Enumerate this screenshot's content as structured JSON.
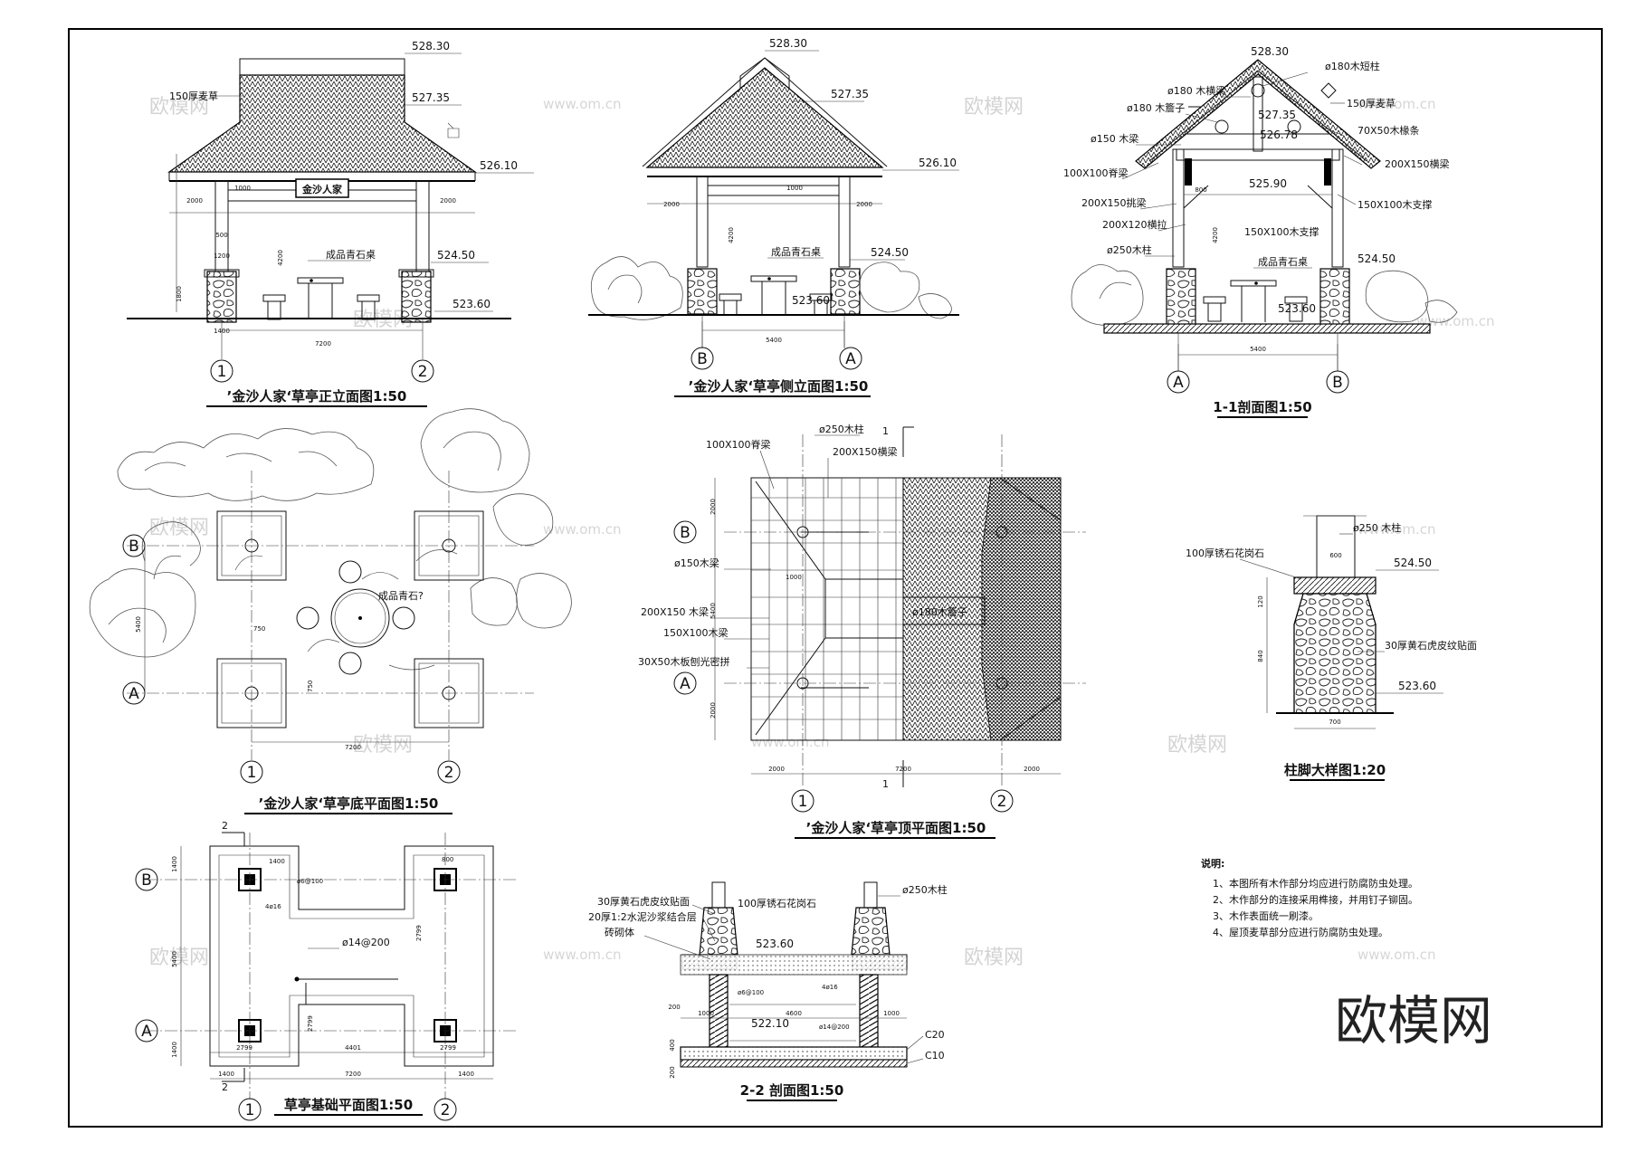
{
  "views": {
    "front": {
      "title": "’金沙人家‘草亭正立面图1:50",
      "sign": "金沙人家",
      "labels": {
        "thatch": "150厚麦草",
        "table": "成品青石桌"
      },
      "elevations": [
        "528.30",
        "527.35",
        "526.10",
        "524.50",
        "523.60"
      ],
      "dims": {
        "overhang": "2000",
        "center": "1000",
        "span": "7200",
        "base": "1400",
        "h1": "500",
        "h2": "1200",
        "h3": "4200",
        "h4": "1800"
      },
      "axes": [
        "1",
        "2"
      ]
    },
    "side": {
      "title": "’金沙人家‘草亭侧立面图1:50",
      "labels": {
        "table": "成品青石桌"
      },
      "elevations": [
        "528.30",
        "527.35",
        "526.10",
        "524.50",
        "523.60"
      ],
      "dims": {
        "overhang": "2000",
        "center": "1000",
        "span": "5400",
        "h": "4200"
      },
      "axes": [
        "B",
        "A"
      ]
    },
    "section11": {
      "title": "1-1剖面图1:50",
      "labels": {
        "short_post": "ø180木短柱",
        "ridge_beam": "ø180 木横梁",
        "purlin": "ø180 木簷子",
        "beam150": "ø150 木梁",
        "ridge": "100X100脊梁",
        "cant": "200X150挑梁",
        "tie": "200X120横拉",
        "column": "ø250木柱",
        "thatch": "150厚麦草",
        "rafter": "70X50木椽条",
        "crossbeam": "200X150横梁",
        "brace": "150X100木支撑",
        "brace2": "150X100木支撑",
        "table": "成品青石桌"
      },
      "elevations": [
        "528.30",
        "527.35",
        "526.78",
        "525.90",
        "524.50",
        "523.60"
      ],
      "dims": {
        "span": "5400",
        "h": "4200",
        "w": "800"
      },
      "axes": [
        "A",
        "B"
      ]
    },
    "plan": {
      "title": "’金沙人家‘草亭底平面图1:50",
      "label": "成品青石?",
      "dims": {
        "span": "7200",
        "depth": "5400",
        "a": "750",
        "b": "750"
      },
      "axes_h": [
        "1",
        "2"
      ],
      "axes_v": [
        "B",
        "A"
      ]
    },
    "roof": {
      "title": "’金沙人家‘草亭顶平面图1:50",
      "labels": {
        "column": "ø250木柱",
        "ridge": "100X100脊梁",
        "crossbeam": "200X150横梁",
        "beam150": "ø150木梁",
        "beam200": "200X150 木梁",
        "beam150x100": "150X100木梁",
        "board": "30X50木板刨光密拼",
        "purlin": "ø180木簷子"
      },
      "dims": {
        "d1": "2000",
        "d2": "5400",
        "d3": "2000",
        "w1": "2000",
        "w2": "7200",
        "w3": "2000",
        "c": "1000"
      },
      "section_mark": "1",
      "axes_h": [
        "1",
        "2"
      ],
      "axes_v": [
        "B",
        "A"
      ]
    },
    "column": {
      "title": "柱脚大样图1:20",
      "labels": {
        "column": "ø250 木柱",
        "cap": "100厚锈石花岗石",
        "facing": "30厚黄石虎皮纹贴面"
      },
      "elevations": [
        "524.50",
        "523.60"
      ],
      "dims": {
        "w": "700",
        "top": "600",
        "h1": "120",
        "h2": "840"
      }
    },
    "foundation": {
      "title": "草亭基础平面图1:50",
      "labels": {
        "rebar1": "ø6@100",
        "rebar2": "4ø16",
        "rebar3": "ø14@200"
      },
      "dims": {
        "a": "1400",
        "b": "800",
        "span": "7200",
        "mid": "4401",
        "c": "2799",
        "d": "2799",
        "depth": "5400",
        "e": "1400"
      },
      "section_mark": "2",
      "axes_h": [
        "1",
        "2"
      ],
      "axes_v": [
        "B",
        "A"
      ]
    },
    "section22": {
      "title": "2-2 剖面图1:50",
      "labels": {
        "facing": "30厚黄石虎皮纹贴面",
        "mortar": "20厚1:2水泥沙浆结合层",
        "brick": "砖砌体",
        "cap": "100厚锈石花岗石",
        "column": "ø250木柱",
        "rebar1": "ø6@100",
        "rebar2": "4ø16",
        "rebar3": "ø14@200",
        "c20": "C20",
        "c10": "C10"
      },
      "elevations": [
        "523.60",
        "522.10"
      ],
      "dims": {
        "a": "1000",
        "b": "4600",
        "c": "1000",
        "d": "200",
        "e": "400",
        "f": "200"
      }
    }
  },
  "notes": {
    "heading": "说明:",
    "items": [
      "1、本图所有木作部分均应进行防腐防虫处理。",
      "2、木作部分的连接采用榫接，并用钉子铆固。",
      "3、木作表面统一刷漆。",
      "4、屋顶麦草部分应进行防腐防虫处理。"
    ]
  },
  "watermark": {
    "brand": "欧模网",
    "url": "www.om.cn"
  }
}
